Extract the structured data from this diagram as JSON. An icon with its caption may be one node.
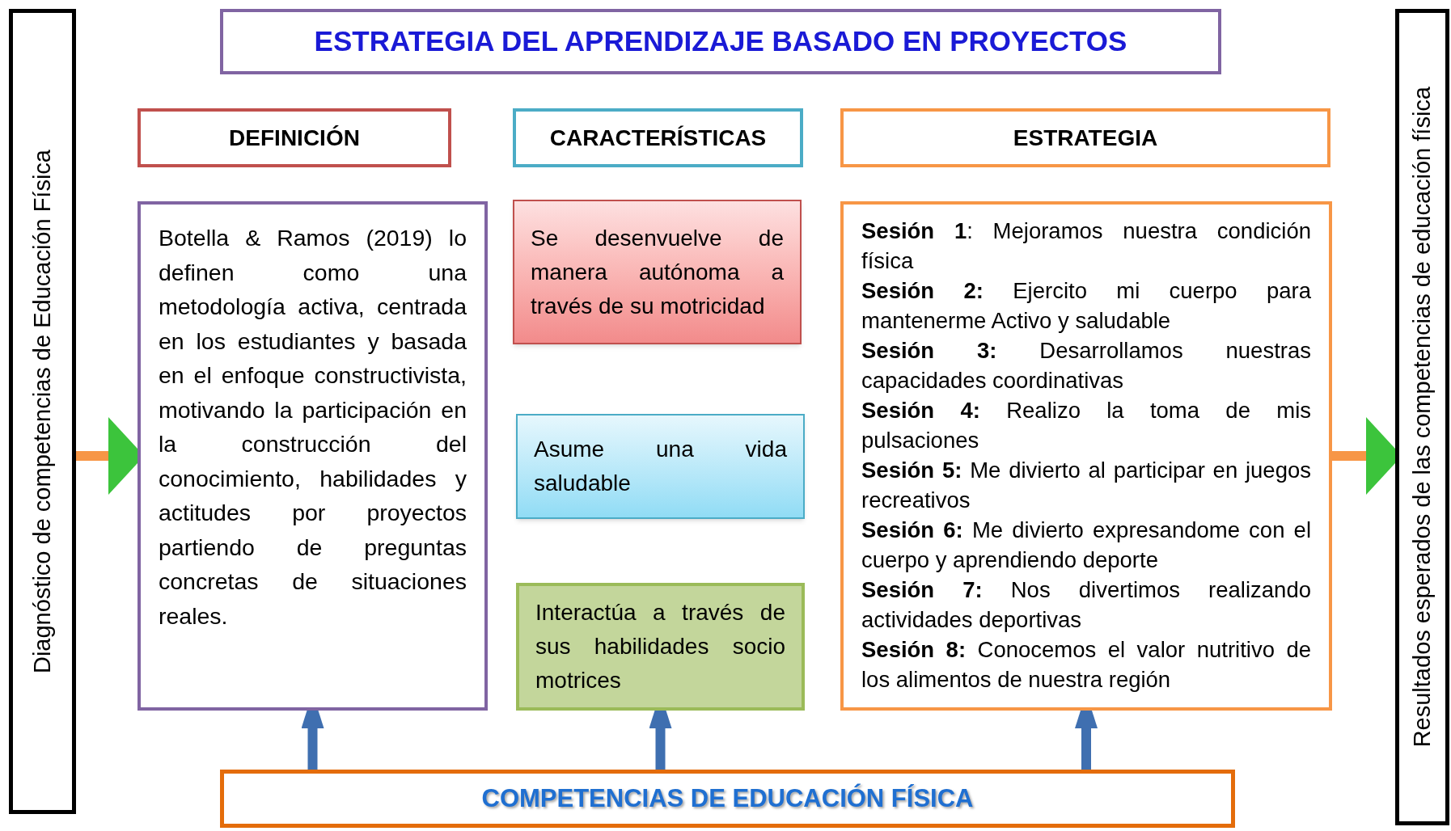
{
  "diagram": {
    "title": "ESTRATEGIA DEL APRENDIZAJE BASADO EN PROYECTOS",
    "nodes": [
      {
        "text": [
          "Diagnóstico de competencias de Educación Física"
        ]
      },
      {
        "text": [
          "DEFINICIÓN"
        ]
      },
      {
        "text": [
          "CARACTERÍSTICAS"
        ]
      },
      {
        "text": [
          "ESTRATEGIA"
        ]
      },
      {
        "text": [
          "Botella & Ramos (2019) lo definen como una metodología activa, centrada en los estudiantes y basada en el enfoque constructivista, motivando la participación en la construcción del conocimiento, habilidades y actitudes por proyectos partiendo de preguntas concretas de situaciones reales."
        ]
      },
      {
        "text": [
          "Se desenvuelve de manera autónoma a través de su motricidad"
        ]
      },
      {
        "text": [
          "Asume una vida saludable"
        ]
      },
      {
        "text": [
          "Interactúa a través de sus habilidades socio motrices"
        ]
      },
      {
        "text": [
          "**Sesión 1**: Mejoramos nuestra condición física",
          "**Sesión 2:** Ejercito mi cuerpo para mantenerme Activo y saludable",
          "**Sesión 3:** Desarrollamos nuestras capacidades coordinativas",
          "**Sesión 4:** Realizo la toma de mis pulsaciones",
          "**Sesión 5:** Me divierto al participar en juegos recreativos",
          "**Sesión 6:** Me divierto expresandome con el cuerpo y aprendiendo deporte",
          "**Sesión 7:** Nos divertimos realizando actividades deportivas",
          "**Sesión 8:** Conocemos el valor nutritivo de los alimentos de nuestra región"
        ]
      },
      {
        "text": [
          "Resultados esperados de las competencias de educación física"
        ]
      },
      {
        "text": [
          "COMPETENCIAS DE EDUCACIÓN FÍSICA"
        ]
      }
    ],
    "edges": [
      {
        "from": 0,
        "to": 4,
        "arrow": "to",
        "color": "#f79646"
      },
      {
        "from": 8,
        "to": 9,
        "arrow": "to",
        "color": "#f79646"
      },
      {
        "from": 10,
        "to": 4,
        "arrow": "to"
      },
      {
        "from": 10,
        "to": 7,
        "arrow": "to"
      },
      {
        "from": 10,
        "to": 8,
        "arrow": "to"
      }
    ]
  }
}
